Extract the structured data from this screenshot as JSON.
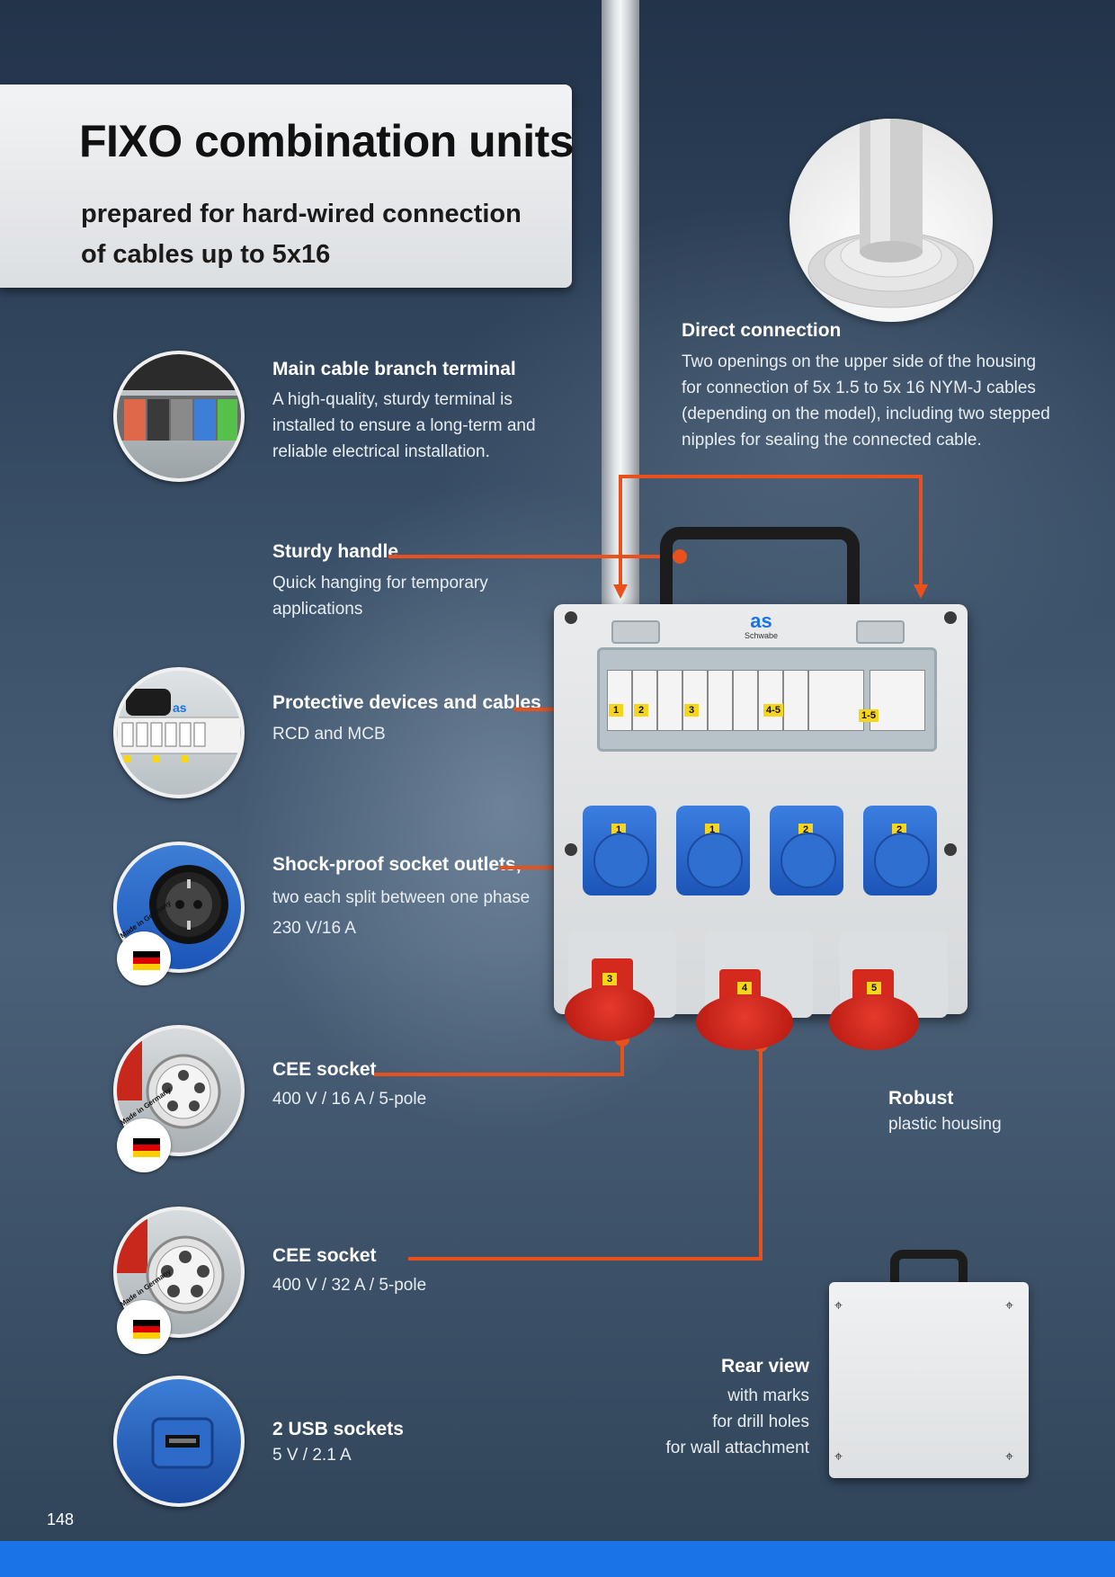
{
  "page": {
    "title": "FIXO combination units",
    "subtitle_line1": "prepared for hard-wired connection",
    "subtitle_line2": "of cables up to 5x16",
    "page_number": "148"
  },
  "features": {
    "branch_terminal": {
      "heading": "Main cable branch terminal",
      "lines": [
        "A high-quality, sturdy terminal is",
        "installed to ensure a long-term and",
        "reliable electrical installation."
      ]
    },
    "direct_connection": {
      "heading": "Direct connection",
      "lines": [
        "Two openings on the upper side of the housing",
        "for connection of 5x 1.5 to 5x 16 NYM-J cables",
        "(depending on the model), including two stepped",
        "nipples for sealing the connected cable."
      ]
    },
    "handle": {
      "heading": "Sturdy handle",
      "lines": [
        "Quick hanging for temporary",
        "applications"
      ]
    },
    "protective": {
      "heading": "Protective devices and cables",
      "lines": [
        "RCD and MCB"
      ]
    },
    "shockproof": {
      "heading": "Shock-proof socket outlets,",
      "lines": [
        "two each split between one phase",
        "230 V/16 A"
      ]
    },
    "cee16": {
      "heading": "CEE socket",
      "lines": [
        "400 V / 16 A / 5-pole"
      ]
    },
    "cee32": {
      "heading": "CEE socket",
      "lines": [
        "400 V / 32 A / 5-pole"
      ]
    },
    "usb": {
      "heading": "2 USB sockets",
      "lines": [
        "5 V / 2.1 A"
      ]
    },
    "robust": {
      "heading": "Robust",
      "lines": [
        "plastic housing"
      ]
    },
    "rear": {
      "heading": "Rear view",
      "lines": [
        "with marks",
        "for drill holes",
        "for wall attachment"
      ]
    }
  },
  "product": {
    "brand_logo": "as",
    "brand_name": "Schwabe",
    "breaker_labels": [
      "1",
      "2",
      "3",
      "4-5",
      "1-5"
    ],
    "blue_socket_labels": [
      "1",
      "1",
      "2",
      "2"
    ],
    "red_socket_labels": [
      "3",
      "4",
      "5"
    ]
  },
  "badges": {
    "made_in": "Made in Germany"
  },
  "colors": {
    "accent_line": "#e8501c",
    "bottom_bar": "#1a74e8",
    "label_yellow": "#f7d51c"
  }
}
